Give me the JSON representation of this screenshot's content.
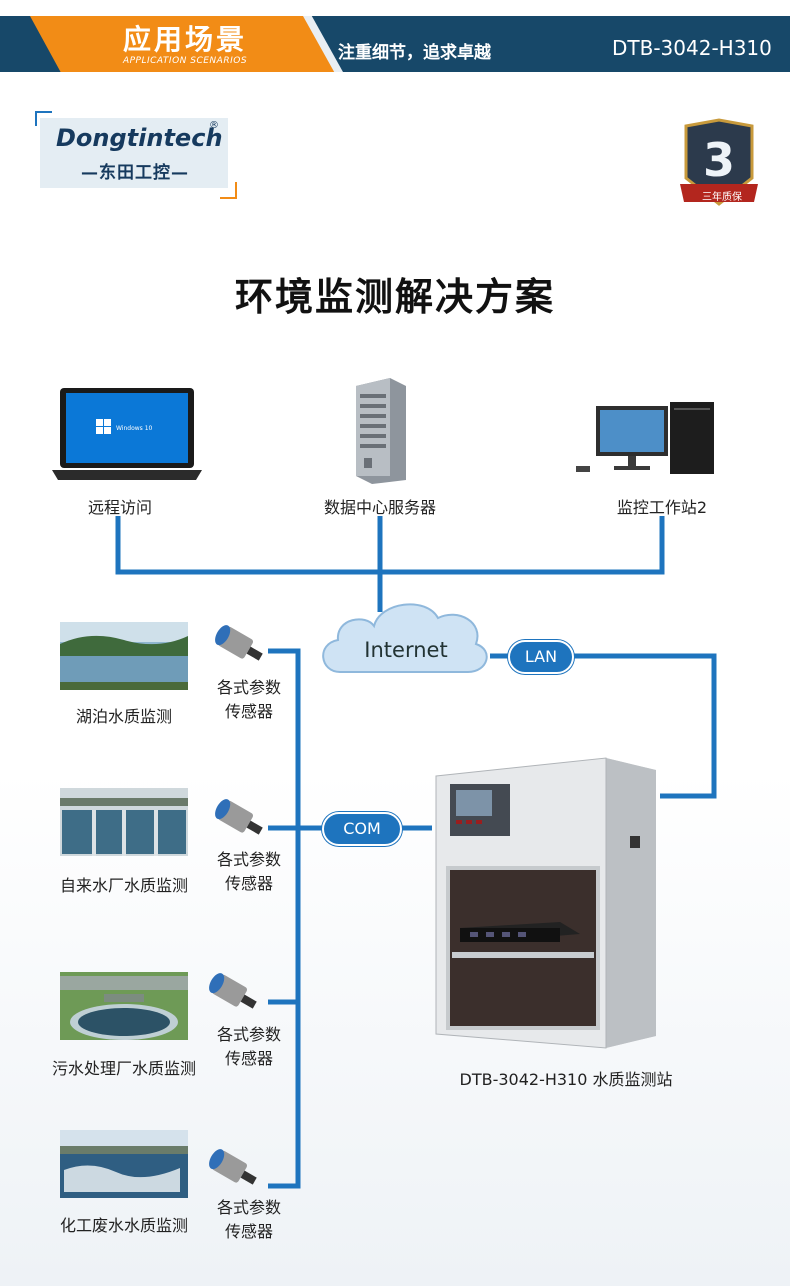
{
  "header": {
    "title": "应用场景",
    "subtitle": "APPLICATION SCENARIOS",
    "slogan": "注重细节，追求卓越",
    "model": "DTB-3042-H310"
  },
  "logo": {
    "brand": "Dongtintech",
    "registered": "®",
    "chinese": "—东田工控—"
  },
  "badge": {
    "number": "3",
    "text": "三年质保"
  },
  "main_title": "环境监测解决方案",
  "devices": {
    "laptop": {
      "label": "远程访问",
      "screen_text": "Windows 10"
    },
    "server": {
      "label": "数据中心服务器"
    },
    "workstation": {
      "label": "监控工作站2"
    }
  },
  "cloud": {
    "label": "Internet"
  },
  "connections": {
    "lan": "LAN",
    "com": "COM"
  },
  "scenarios": [
    {
      "label": "湖泊水质监测",
      "sensor": [
        "各式参数",
        "传感器"
      ]
    },
    {
      "label": "自来水厂水质监测",
      "sensor": [
        "各式参数",
        "传感器"
      ]
    },
    {
      "label": "污水处理厂水质监测",
      "sensor": [
        "各式参数",
        "传感器"
      ]
    },
    {
      "label": "化工废水水质监测",
      "sensor": [
        "各式参数",
        "传感器"
      ]
    }
  ],
  "station": {
    "label": "DTB-3042-H310  水质监测站"
  },
  "colors": {
    "header_bg": "#174869",
    "accent_orange": "#f28c16",
    "line_blue": "#1e74be"
  }
}
